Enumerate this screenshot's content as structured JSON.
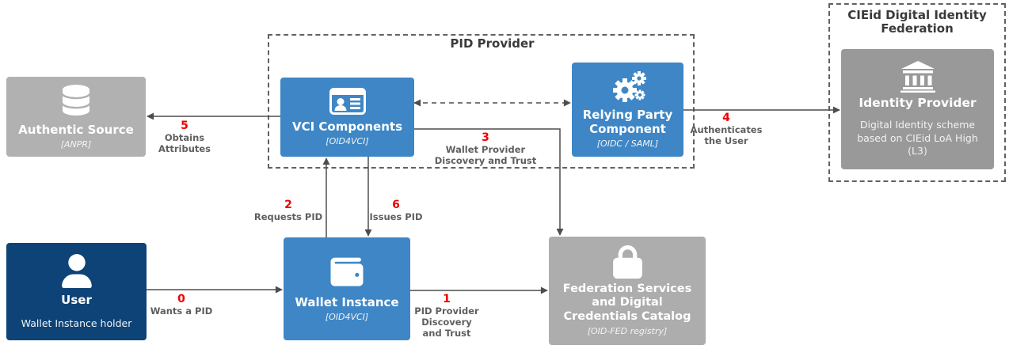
{
  "colors": {
    "node_blue": "#3e86c6",
    "node_navy": "#0d4377",
    "node_gray_light": "#b1b1b1",
    "node_gray_mid": "#adadad",
    "node_gray_dark": "#999999",
    "edge_line": "#4d4d4d",
    "edge_label_text": "#5f5f5f",
    "edge_number_red": "#ee0000",
    "group_border": "#616161",
    "group_title_text": "#3a3a3a"
  },
  "containers": {
    "pid_provider": {
      "title": "PID Provider"
    },
    "cieid_federation": {
      "title": "CIEid Digital Identity\nFederation"
    }
  },
  "nodes": {
    "authentic_source": {
      "title": "Authentic Source",
      "subtitle": "[ANPR]",
      "icon": "database-icon"
    },
    "vci_components": {
      "title": "VCI Components",
      "subtitle": "[OID4VCI]",
      "icon": "id-card-icon"
    },
    "relying_party": {
      "title": "Relying Party\nComponent",
      "subtitle": "[OIDC / SAML]",
      "icon": "gears-icon"
    },
    "identity_provider": {
      "title": "Identity Provider",
      "description": "Digital Identity scheme based on CIEid LoA High (L3)",
      "icon": "bank-icon"
    },
    "user": {
      "title": "User",
      "subtitle": "Wallet Instance holder",
      "icon": "person-icon"
    },
    "wallet_instance": {
      "title": "Wallet Instance",
      "subtitle": "[OID4VCI]",
      "icon": "wallet-icon"
    },
    "federation_services": {
      "title": "Federation Services\nand Digital\nCredentials Catalog",
      "subtitle": "[OID-FED registry]",
      "icon": "lock-icon"
    }
  },
  "edges": [
    {
      "num": "0",
      "label": "Wants a PID",
      "from": "user",
      "to": "wallet_instance",
      "style": "solid"
    },
    {
      "num": "1",
      "label": "PID Provider\nDiscovery\nand Trust",
      "from": "wallet_instance",
      "to": "federation_services",
      "style": "solid"
    },
    {
      "num": "2",
      "label": "Requests PID",
      "from": "wallet_instance",
      "to": "vci_components",
      "style": "solid"
    },
    {
      "num": "3",
      "label": "Wallet Provider\nDiscovery and Trust",
      "from": "vci_components",
      "to": "federation_services",
      "style": "solid"
    },
    {
      "num": "4",
      "label": "Authenticates\nthe User",
      "from": "relying_party",
      "to": "identity_provider",
      "style": "solid"
    },
    {
      "num": "5",
      "label": "Obtains\nAttributes",
      "from": "vci_components",
      "to": "authentic_source",
      "style": "solid"
    },
    {
      "num": "6",
      "label": "Issues PID",
      "from": "vci_components",
      "to": "wallet_instance",
      "style": "solid"
    },
    {
      "num": "",
      "label": "",
      "from": "vci_components",
      "to": "relying_party",
      "style": "dashed-bidirectional"
    }
  ]
}
